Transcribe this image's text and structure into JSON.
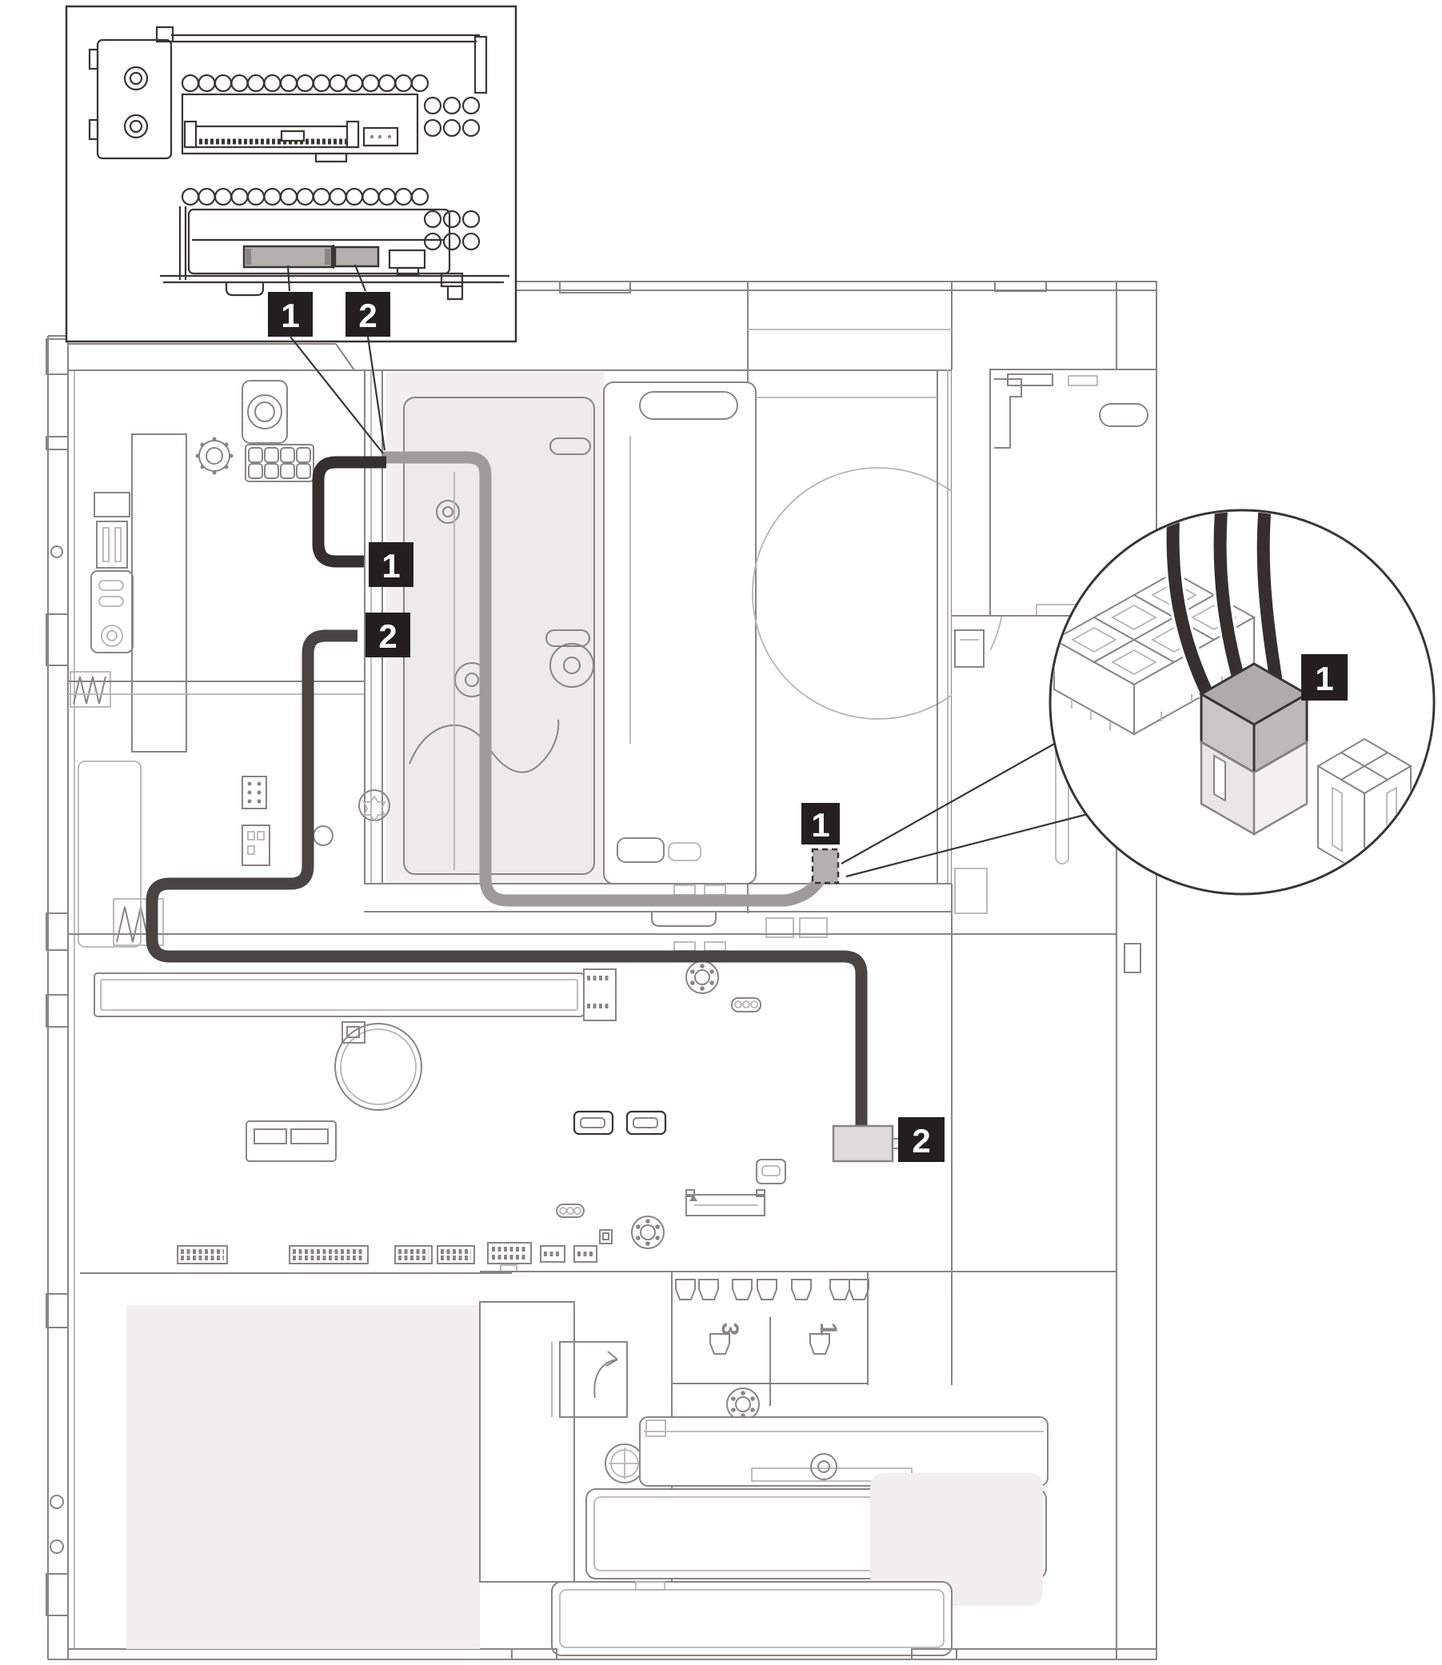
{
  "callouts": {
    "tray_connector_1": "1",
    "tray_connector_2": "2",
    "cable_1_drive_end": "1",
    "cable_2_drive_end": "2",
    "power_connector": "1",
    "system_board_connector": "2",
    "detail_power_connector": "1"
  },
  "front_panel": {
    "bay_label_a": "3",
    "bay_label_b": "1"
  },
  "colors": {
    "outline": "#8a8582",
    "outline_dark": "#3b3531",
    "cable_black": "#35302d",
    "cable_dark_gray": "#494441",
    "cable_light_gray": "#9e9b98",
    "badge_background": "#231f20",
    "badge_text": "#ffffff",
    "connector_fill": "#b3b0ae",
    "panel_shade": "#f1f0ef"
  }
}
